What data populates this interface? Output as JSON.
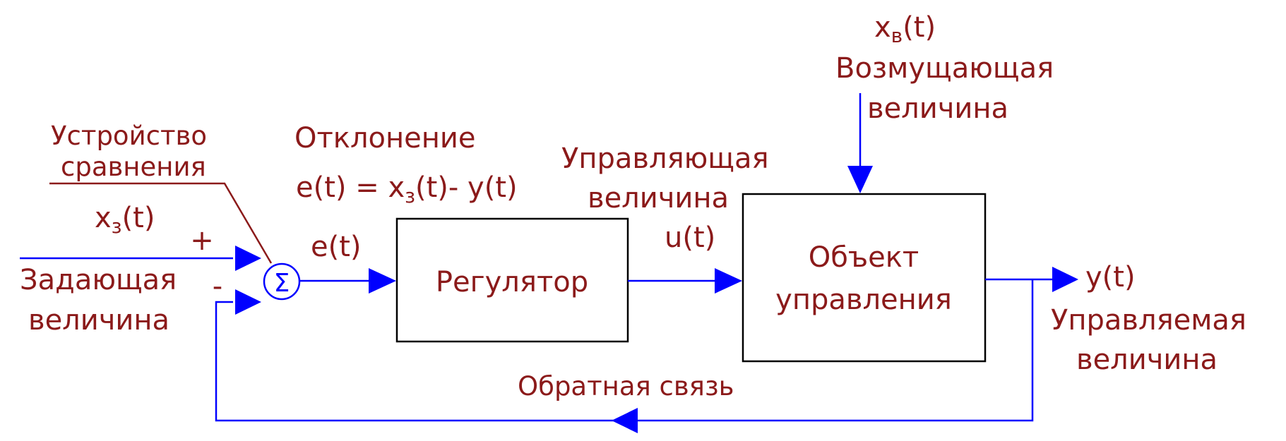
{
  "diagram": {
    "comparator": {
      "title_line1": "Устройство",
      "title_line2": "сравнения",
      "symbol": "Σ",
      "plus": "+",
      "minus": "-"
    },
    "setpoint": {
      "var": "x",
      "sub": "з",
      "arg": "(t)",
      "label_line1": "Задающая",
      "label_line2": "величина"
    },
    "deviation": {
      "title": "Отклонение",
      "eq_lhs": "e(t) = x",
      "eq_sub": "з",
      "eq_rhs": "(t)- y(t)",
      "signal": "e(t)"
    },
    "regulator": {
      "label": "Регулятор"
    },
    "control": {
      "label_line1": "Управляющая",
      "label_line2": "величина",
      "signal": "u(t)"
    },
    "disturbance": {
      "var": "x",
      "sub": "в",
      "arg": "(t)",
      "label_line1": "Возмущающая",
      "label_line2": "величина"
    },
    "plant": {
      "label_line1": "Объект",
      "label_line2": "управления"
    },
    "output": {
      "signal": "y(t)",
      "label_line1": "Управляемая",
      "label_line2": "величина"
    },
    "feedback": {
      "label": "Обратная связь"
    },
    "colors": {
      "text": "#8b1a1a",
      "signal": "#0000ff",
      "block": "#000000",
      "background": "#ffffff"
    }
  }
}
